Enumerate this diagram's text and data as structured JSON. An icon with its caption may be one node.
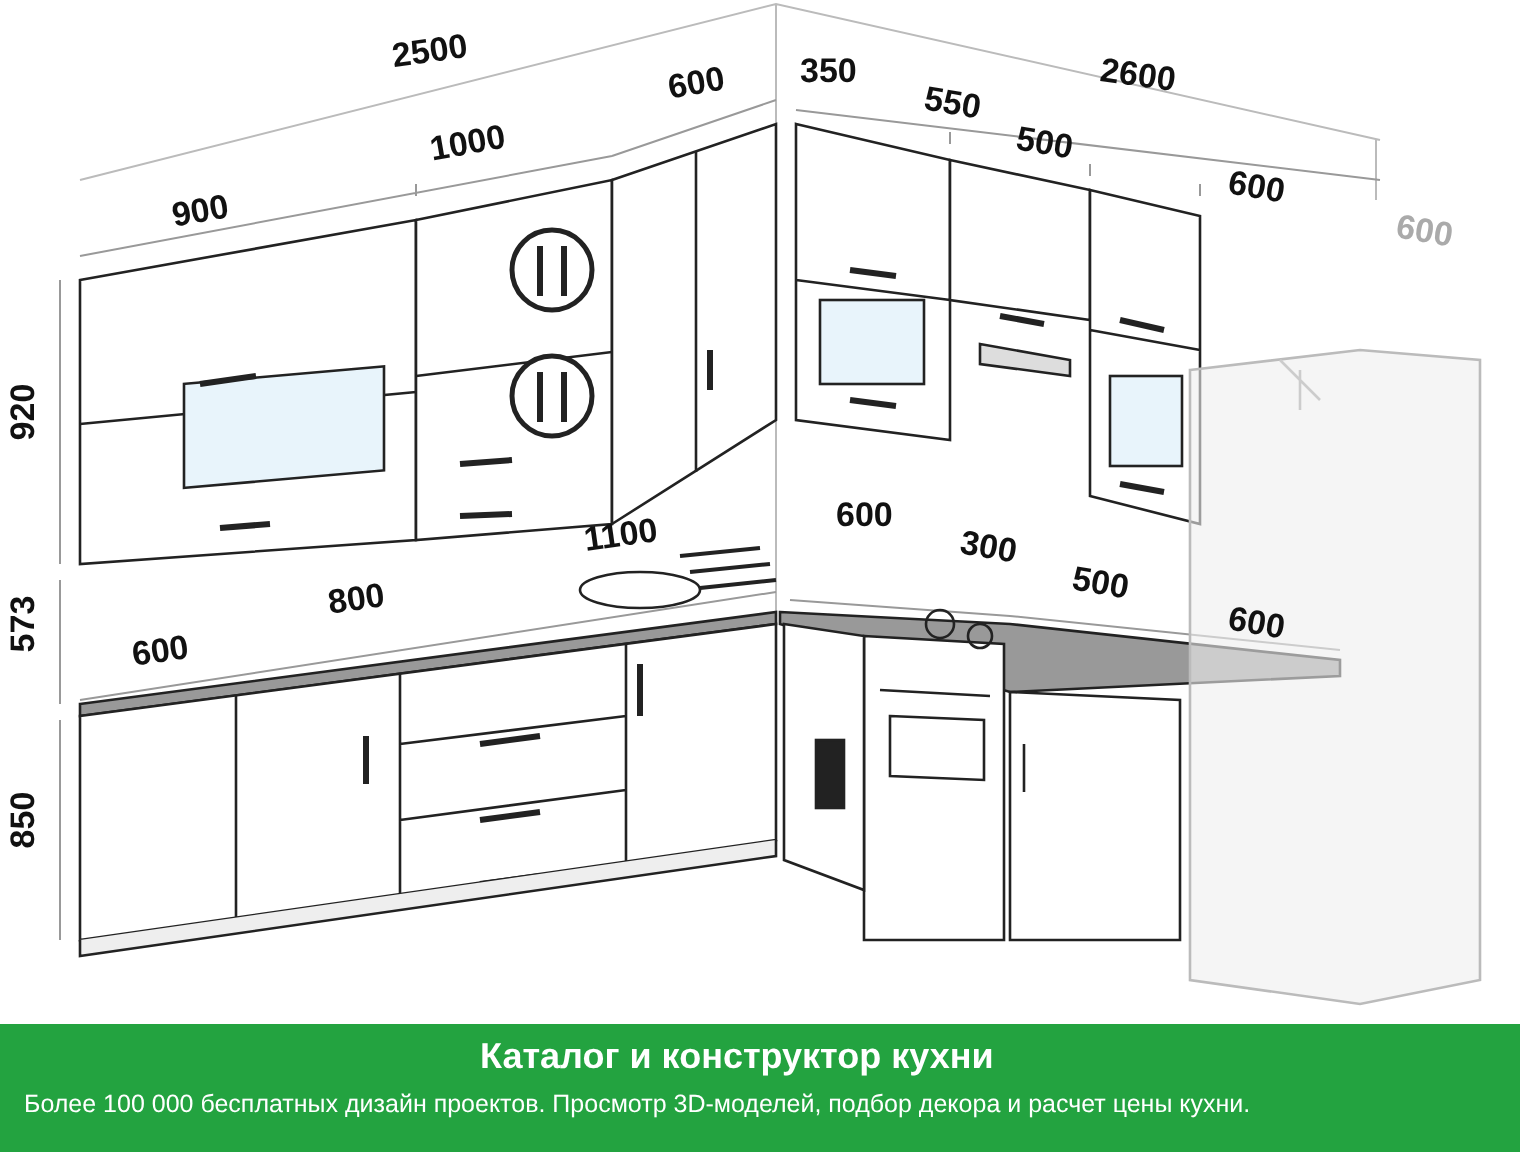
{
  "diagram": {
    "labels": [
      "2500",
      "350",
      "2600",
      "600",
      "550",
      "1000",
      "500",
      "600",
      "900",
      "600",
      "920",
      "600",
      "1100",
      "300",
      "500",
      "573",
      "800",
      "600",
      "600",
      "850",
      "Каталог и конструктор кухни",
      "Более 100 000 бесплатных дизайн проектов. Просмотр 3D-моделей, подбор декора и расчет цены кухни."
    ]
  }
}
